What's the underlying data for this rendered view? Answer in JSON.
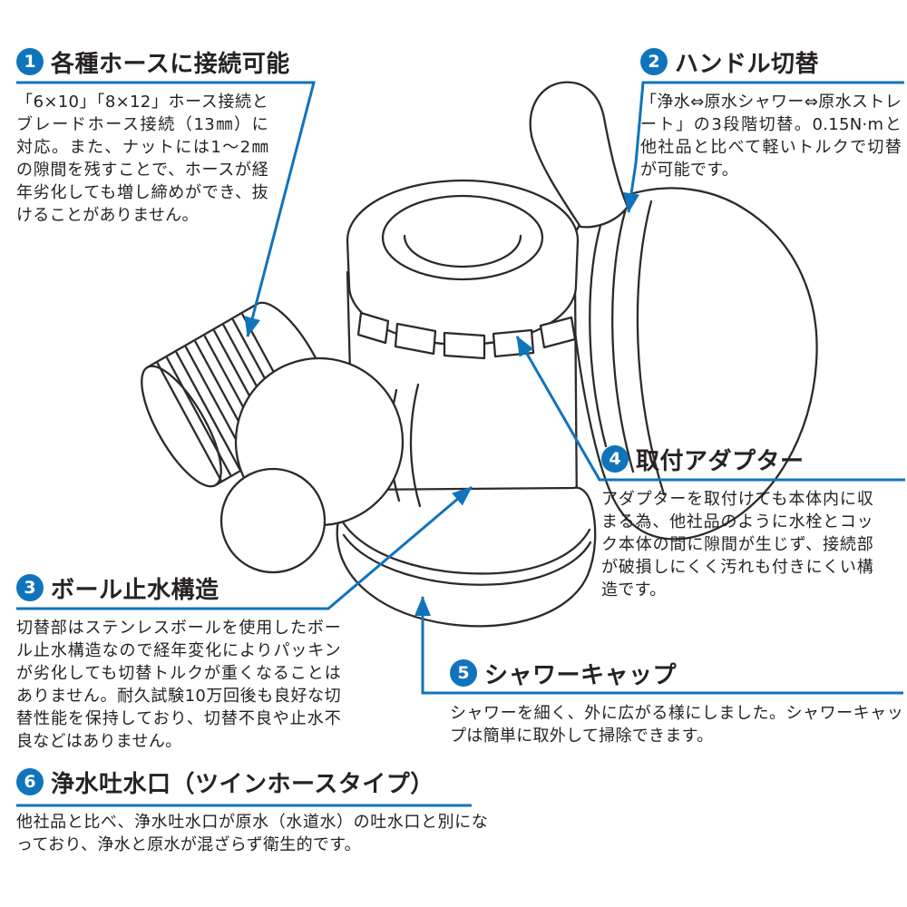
{
  "colors": {
    "accent_blue": "#0f74bb",
    "line_art": "#2e2a29",
    "text": "#262223",
    "background": "#ffffff"
  },
  "illustration": {
    "name": "faucet-diverter-valve-line-art"
  },
  "features": [
    {
      "number": "1",
      "title": "各種ホースに接続可能",
      "body": "「6×10」「8×12」ホース接続とブレードホース接続（13㎜）に対応。また、ナットには1～2㎜の隙間を残すことで、ホースが経年劣化しても増し締めができ、抜けることがありません。"
    },
    {
      "number": "2",
      "title": "ハンドル切替",
      "body": "「浄水⇔原水シャワー⇔原水ストレート」の3段階切替。0.15N·mと他社品と比べて軽いトルクで切替が可能です。"
    },
    {
      "number": "3",
      "title": "ボール止水構造",
      "body": "切替部はステンレスボールを使用したボール止水構造なので経年変化によりパッキンが劣化しても切替トルクが重くなることはありません。耐久試験10万回後も良好な切替性能を保持しており、切替不良や止水不良などはありません。"
    },
    {
      "number": "4",
      "title": "取付アダプター",
      "body": "アダプターを取付けても本体内に収まる為、他社品のように水栓とコック本体の間に隙間が生じず、接続部が破損しにくく汚れも付きにくい構造です。"
    },
    {
      "number": "5",
      "title": "シャワーキャップ",
      "body": "シャワーを細く、外に広がる様にしました。シャワーキャップは簡単に取外して掃除できます。"
    },
    {
      "number": "6",
      "title": "浄水吐水口（ツインホースタイプ）",
      "body": "他社品と比べ、浄水吐水口が原水（水道水）の吐水口と別になっており、浄水と原水が混ざらず衛生的です。"
    }
  ]
}
